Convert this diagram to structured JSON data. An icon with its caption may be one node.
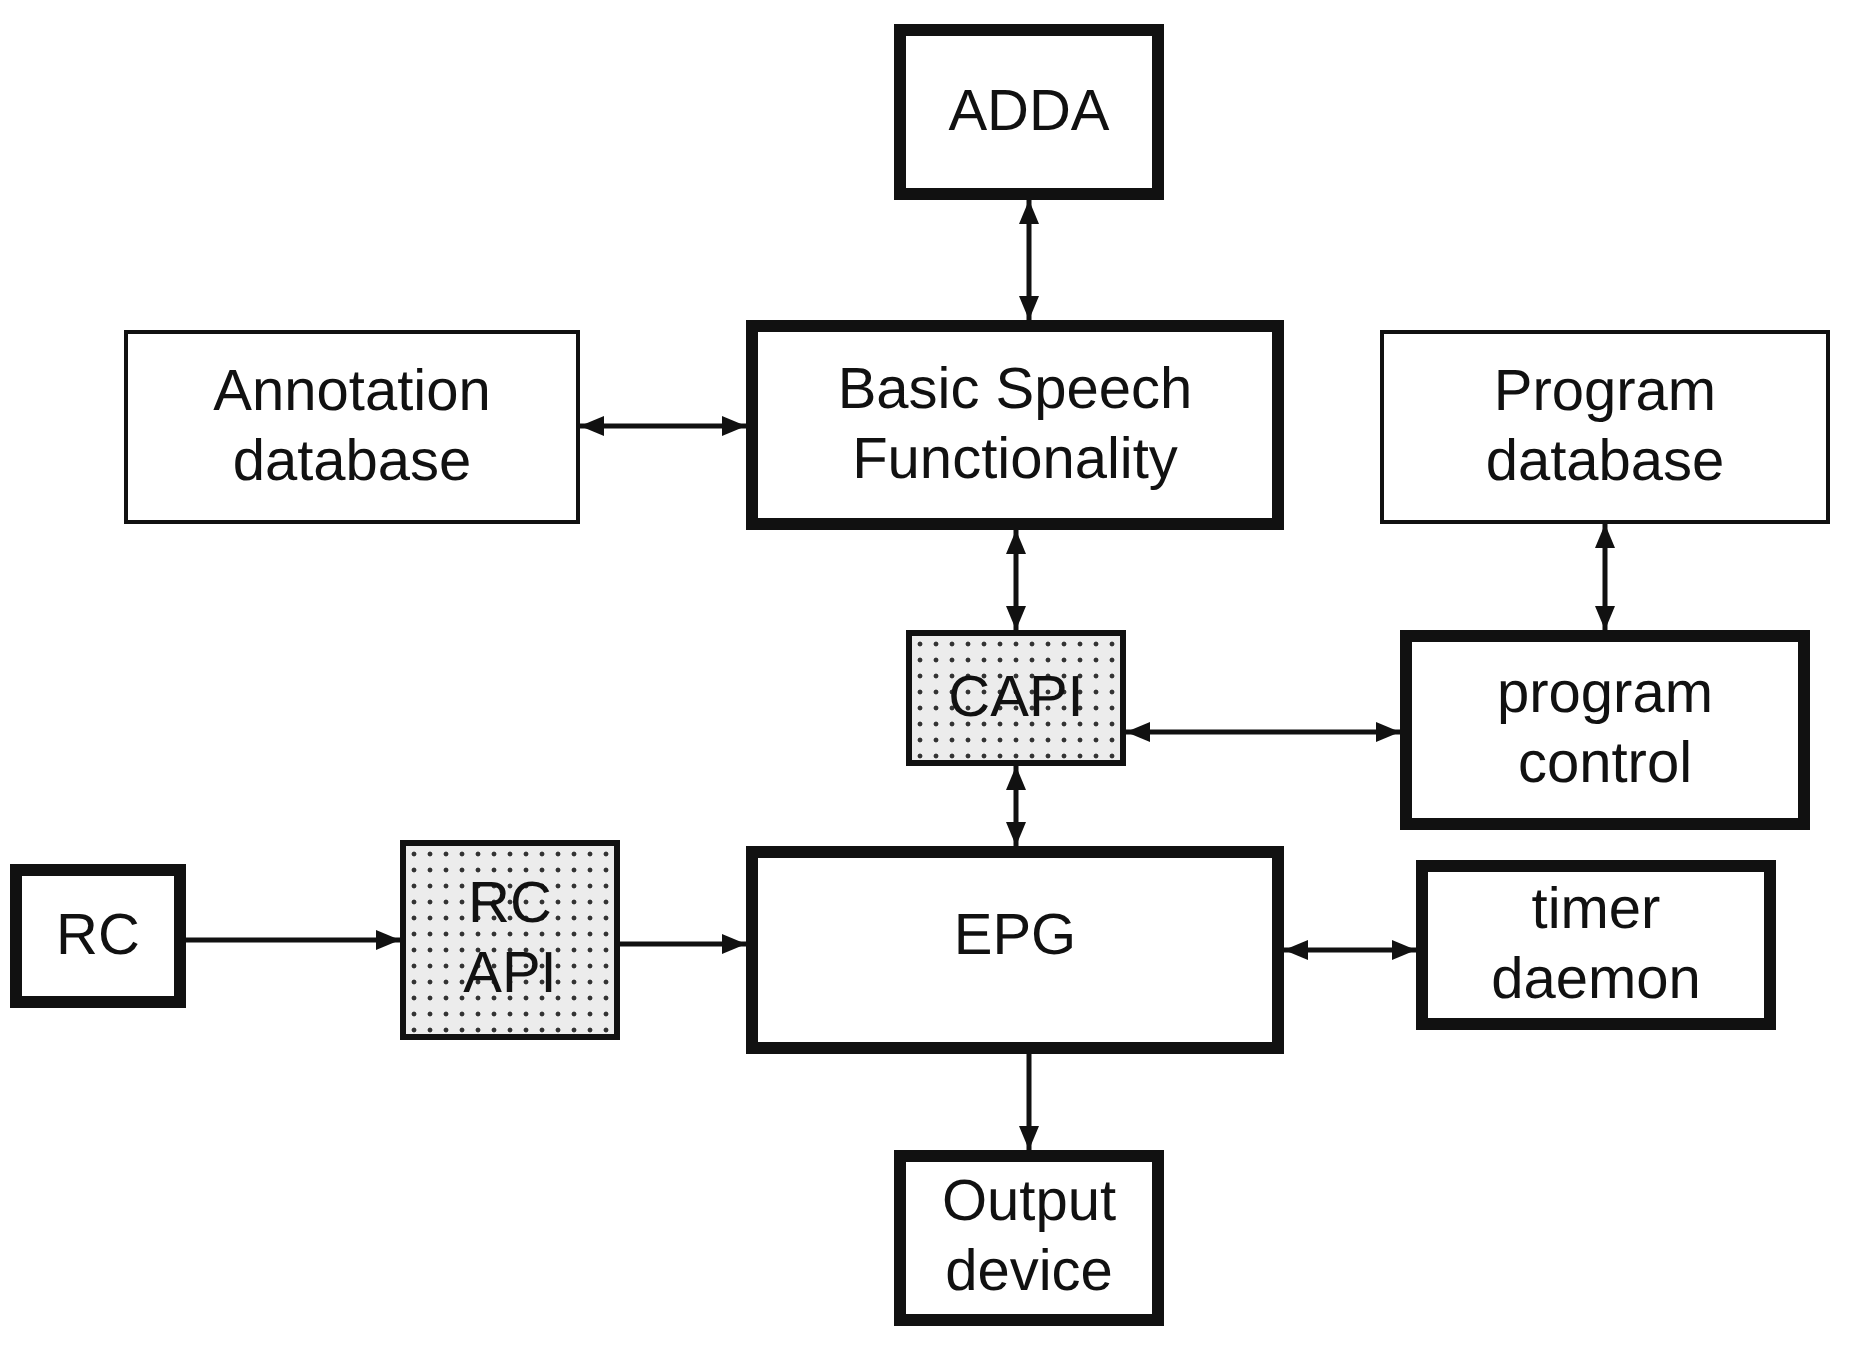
{
  "diagram": {
    "nodes": [
      {
        "text": [
          "ADDA"
        ]
      },
      {
        "text": [
          "Annotation database"
        ]
      },
      {
        "text": [
          "Basic Speech Functionality"
        ]
      },
      {
        "text": [
          "Program database"
        ]
      },
      {
        "text": [
          "CAPI"
        ]
      },
      {
        "text": [
          "program control"
        ]
      },
      {
        "text": [
          "RC"
        ]
      },
      {
        "text": [
          "RC API"
        ]
      },
      {
        "text": [
          "EPG"
        ]
      },
      {
        "text": [
          "timer daemon"
        ]
      },
      {
        "text": [
          "Output device"
        ]
      }
    ],
    "edges": [
      {
        "from": 0,
        "to": 2,
        "arrow": "both"
      },
      {
        "from": 1,
        "to": 2,
        "arrow": "both"
      },
      {
        "from": 3,
        "to": 5,
        "arrow": "both"
      },
      {
        "from": 2,
        "to": 4,
        "arrow": "both"
      },
      {
        "from": 4,
        "to": 5,
        "arrow": "both"
      },
      {
        "from": 4,
        "to": 8,
        "arrow": "both"
      },
      {
        "from": 6,
        "to": 7,
        "arrow": "to"
      },
      {
        "from": 7,
        "to": 8,
        "arrow": "to"
      },
      {
        "from": 8,
        "to": 9,
        "arrow": "both"
      },
      {
        "from": 8,
        "to": 10,
        "arrow": "to"
      }
    ]
  }
}
